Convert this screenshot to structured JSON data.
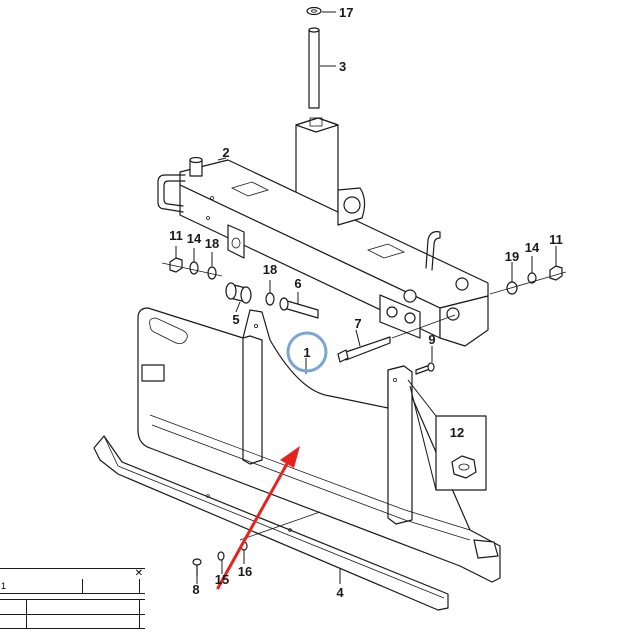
{
  "callouts": [
    {
      "id": "17",
      "label": "17"
    },
    {
      "id": "3",
      "label": "3"
    },
    {
      "id": "2",
      "label": "2"
    },
    {
      "id": "11a",
      "label": "11"
    },
    {
      "id": "14a",
      "label": "14"
    },
    {
      "id": "18a",
      "label": "18"
    },
    {
      "id": "18b",
      "label": "18"
    },
    {
      "id": "5",
      "label": "5"
    },
    {
      "id": "6",
      "label": "6"
    },
    {
      "id": "7",
      "label": "7"
    },
    {
      "id": "1",
      "label": "1"
    },
    {
      "id": "9",
      "label": "9"
    },
    {
      "id": "19",
      "label": "19"
    },
    {
      "id": "14b",
      "label": "14"
    },
    {
      "id": "11b",
      "label": "11"
    },
    {
      "id": "12",
      "label": "12"
    },
    {
      "id": "8",
      "label": "8"
    },
    {
      "id": "15",
      "label": "15"
    },
    {
      "id": "16",
      "label": "16"
    },
    {
      "id": "4",
      "label": "4"
    }
  ],
  "highlight": {
    "circled_part": "1",
    "circle_color": "#7aa6d6",
    "arrow_color": "#e8231f"
  },
  "table": {
    "row1_text": "1",
    "close_glyph": "✕"
  }
}
